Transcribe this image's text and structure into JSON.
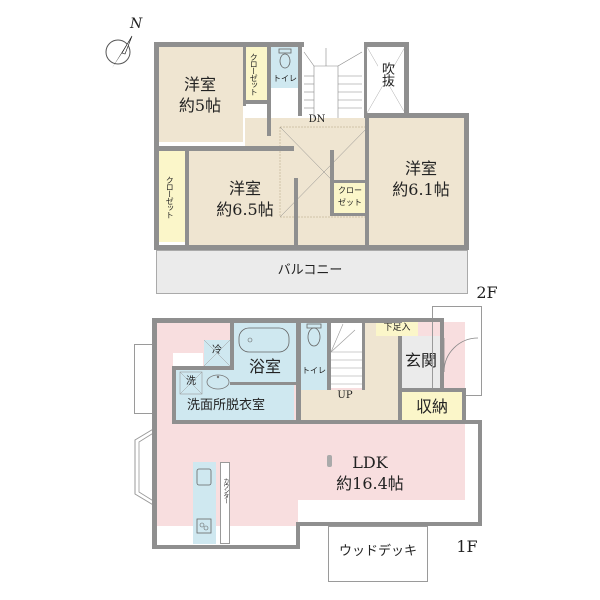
{
  "compass": {
    "north_label": "N"
  },
  "floor2": {
    "label": "2F",
    "rooms": {
      "western_5": {
        "name": "洋室",
        "size": "約5帖"
      },
      "closet_a": {
        "name": "クローゼット"
      },
      "toilet": {
        "name": "トイレ"
      },
      "void": {
        "name": "吹抜"
      },
      "stairs_dn": {
        "name": "DN"
      },
      "western_6_5": {
        "name": "洋室",
        "size": "約6.5帖"
      },
      "closet_b": {
        "name": "クローゼット"
      },
      "closet_c": {
        "name_line1": "クロー",
        "name_line2": "ゼット"
      },
      "western_6_1": {
        "name": "洋室",
        "size": "約6.1帖"
      },
      "balcony": {
        "name": "バルコニー"
      }
    }
  },
  "floor1": {
    "label": "1F",
    "rooms": {
      "fridge": {
        "name": "冷"
      },
      "washer": {
        "name": "洗"
      },
      "bath": {
        "name": "浴室"
      },
      "toilet": {
        "name": "トイレ"
      },
      "stairs_up": {
        "name": "UP"
      },
      "shoe_closet": {
        "name": "下足入"
      },
      "entrance": {
        "name": "玄関"
      },
      "storage": {
        "name": "収納"
      },
      "washroom": {
        "name": "洗面所脱衣室"
      },
      "ldk": {
        "name": "LDK",
        "size": "約16.4帖"
      },
      "counter": {
        "name": "カウンター"
      },
      "wood_deck": {
        "name": "ウッドデッキ"
      }
    }
  },
  "colors": {
    "western_room": "#efe5d1",
    "closet": "#fbf6c9",
    "wet_area": "#cfe8f0",
    "ldk": "#f8dedf",
    "balcony": "#ebebeb",
    "wall": "#8f8f8f"
  }
}
